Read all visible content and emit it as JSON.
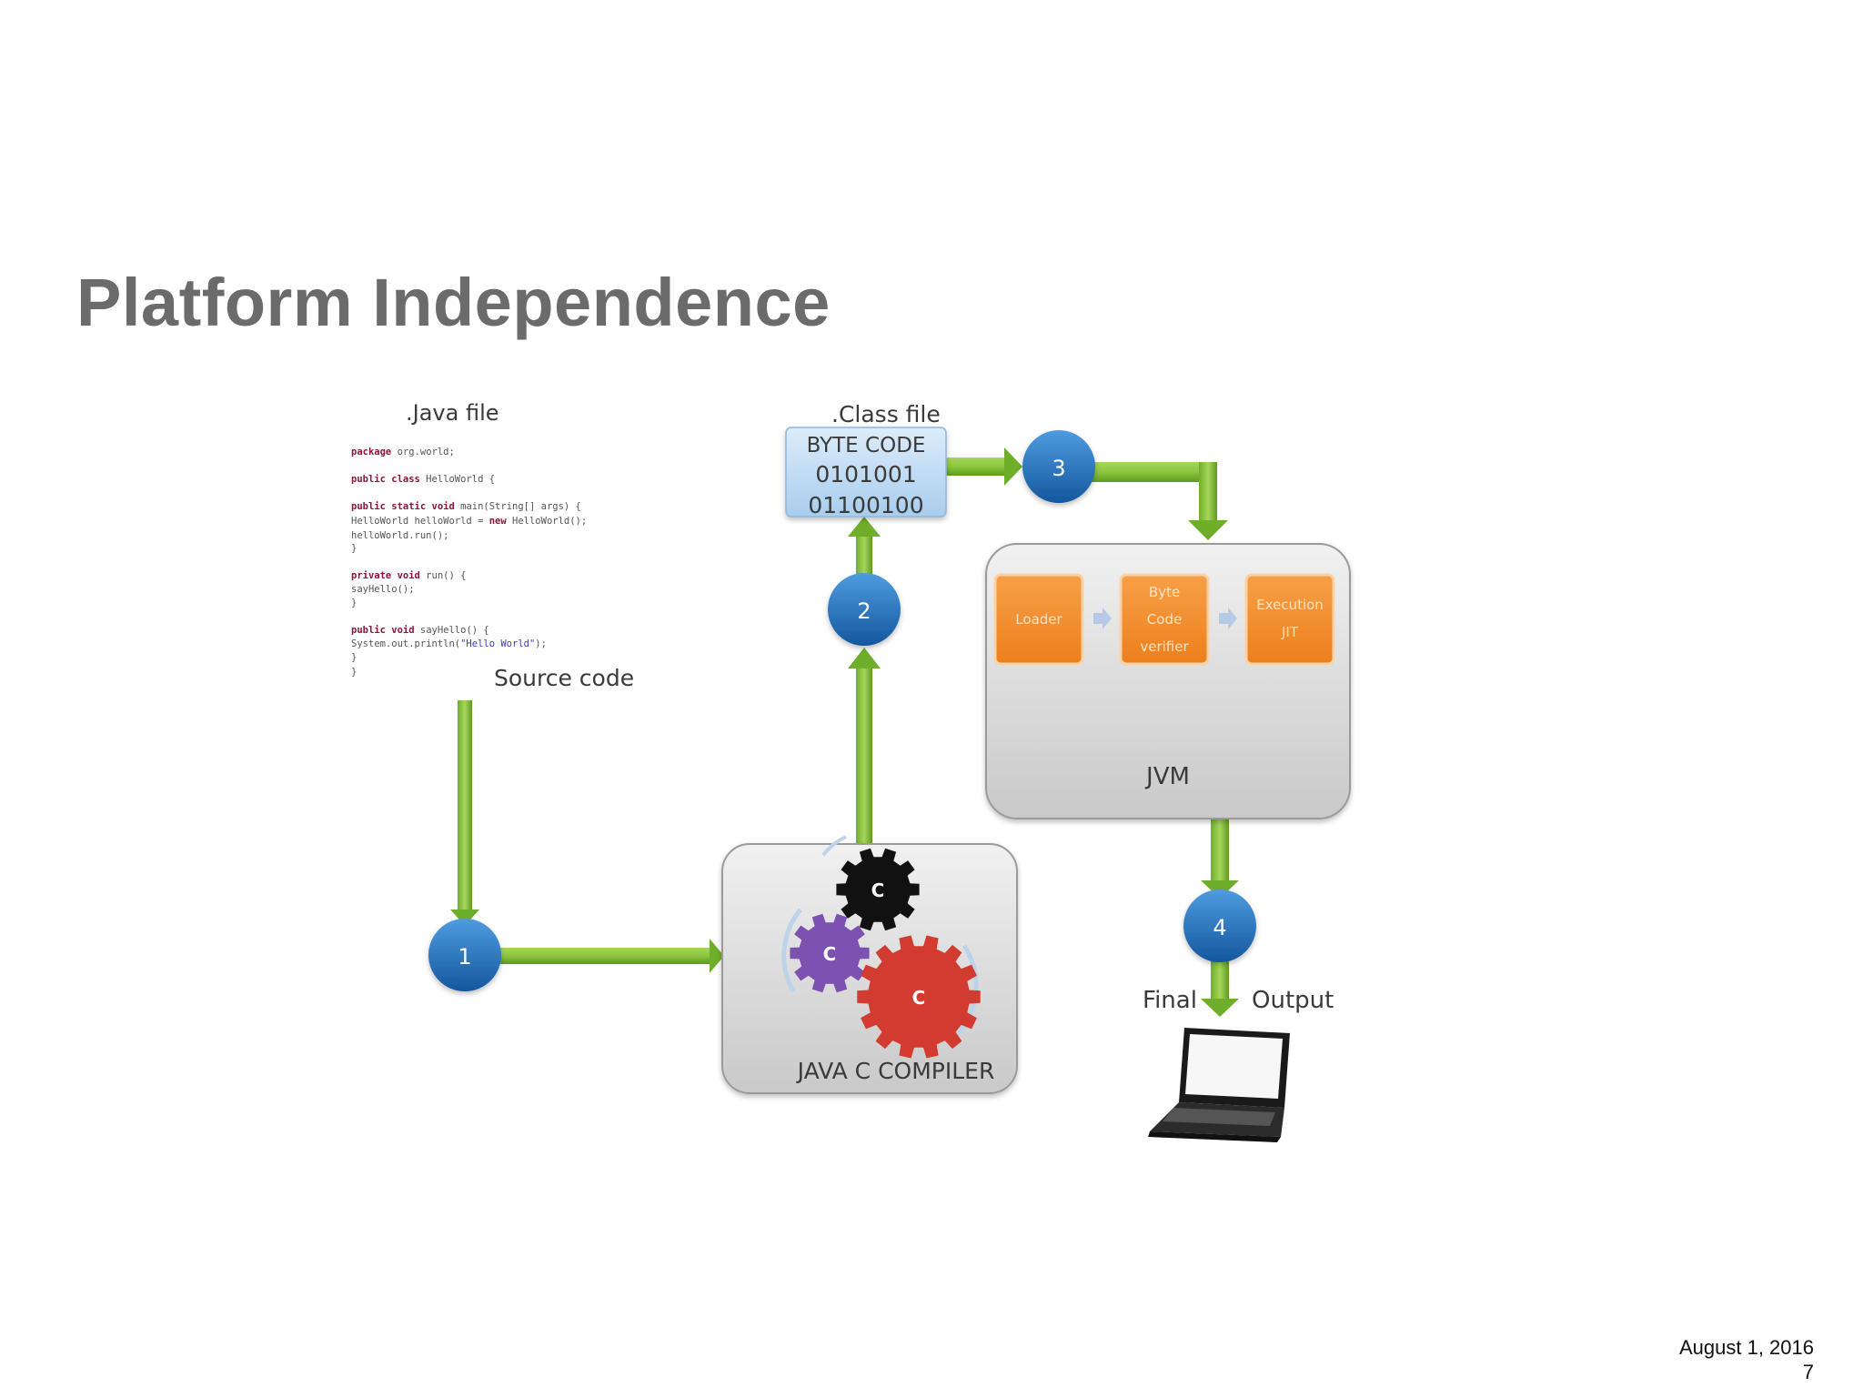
{
  "slide": {
    "title": "Platform Independence"
  },
  "footer": {
    "date": "August 1, 2016",
    "page": "7"
  },
  "diagram": {
    "java_file_label": ".Java file",
    "source_code_label": "Source code",
    "code_lines": [
      [
        {
          "t": "package",
          "k": "kw"
        },
        {
          "t": " org.world;",
          "k": ""
        }
      ],
      [
        {
          "t": "public class",
          "k": "kw"
        },
        {
          "t": " HelloWorld {",
          "k": ""
        }
      ],
      [
        {
          "t": "  public static void",
          "k": "kw"
        },
        {
          "t": " main(String[] args) {",
          "k": ""
        }
      ],
      [
        {
          "t": "    HelloWorld helloWorld = ",
          "k": ""
        },
        {
          "t": "new",
          "k": "kw"
        },
        {
          "t": " HelloWorld();",
          "k": ""
        }
      ],
      [
        {
          "t": "    helloWorld.run();",
          "k": ""
        }
      ],
      [
        {
          "t": "  }",
          "k": ""
        }
      ],
      [
        {
          "t": "  private void",
          "k": "kw"
        },
        {
          "t": " run() {",
          "k": ""
        }
      ],
      [
        {
          "t": "    sayHello();",
          "k": ""
        }
      ],
      [
        {
          "t": "  }",
          "k": ""
        }
      ],
      [
        {
          "t": "  public void",
          "k": "kw"
        },
        {
          "t": " sayHello() {",
          "k": ""
        }
      ],
      [
        {
          "t": "    System.out.println(",
          "k": ""
        },
        {
          "t": "\"Hello World\"",
          "k": "str"
        },
        {
          "t": ");",
          "k": ""
        }
      ],
      [
        {
          "t": "  }",
          "k": ""
        }
      ],
      [
        {
          "t": "}",
          "k": ""
        }
      ]
    ],
    "class_file_label": ".Class file",
    "bytecode": {
      "title": "BYTE CODE",
      "line1": "0101001",
      "line2": "01100100"
    },
    "steps": [
      "1",
      "2",
      "3",
      "4"
    ],
    "compiler_label": "JAVA C COMPILER",
    "gear_letter": "C",
    "jvm": {
      "label": "JVM",
      "boxes": [
        {
          "lines": [
            "Loader"
          ]
        },
        {
          "lines": [
            "Byte",
            "Code",
            "verifier"
          ]
        },
        {
          "lines": [
            "Execution",
            "JIT"
          ]
        }
      ]
    },
    "output_left": "Final",
    "output_right": "Output",
    "colors": {
      "arrow": "#8cc63f",
      "arrow_dark": "#5e9a1e",
      "step_circle": "#1f6fc0",
      "bytecode_bg": "#bcd9f2",
      "jvm_box": "#f28c28",
      "gear_black": "#111111",
      "gear_purple": "#7b52b0",
      "gear_red": "#d23b30"
    }
  }
}
